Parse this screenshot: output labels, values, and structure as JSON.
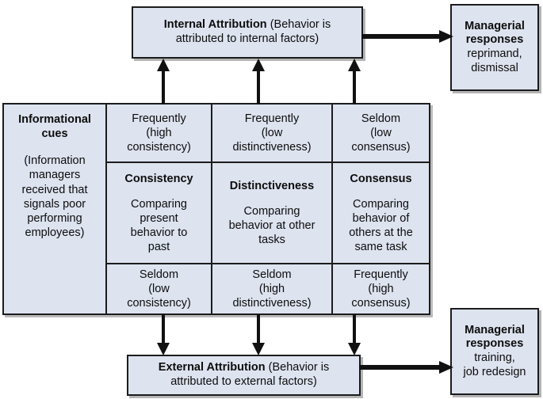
{
  "diagram": {
    "title": "Attribution theory of informational cues and managerial responses",
    "colors": {
      "box_fill": "#dde3ef",
      "border": "#1c1c1c",
      "text": "#0d0d0d",
      "arrow": "#111111"
    }
  },
  "internal_attribution": {
    "bold_label": "Internal Attribution",
    "line1_rest": " (Behavior is",
    "line2": "attributed to internal factors)"
  },
  "external_attribution": {
    "bold_label": "External Attribution",
    "line1_rest": " (Behavior is",
    "line2": "attributed to external factors)"
  },
  "managerial_top": {
    "title_line1": "Managerial",
    "title_line2": "responses",
    "body_line1": "reprimand,",
    "body_line2": "dismissal"
  },
  "managerial_bottom": {
    "title_line1": "Managerial",
    "title_line2": "responses",
    "body_line1": "training,",
    "body_line2": "job redesign"
  },
  "informational_cues": {
    "heading_line1": "Informational",
    "heading_line2": "cues",
    "body_line1": "(Information",
    "body_line2": "managers",
    "body_line3": "received that",
    "body_line4": "signals poor",
    "body_line5": "performing",
    "body_line6": "employees)"
  },
  "columns": [
    {
      "key": "consistency",
      "top": {
        "line1": "Frequently",
        "line2": "(high",
        "line3": "consistency)"
      },
      "middle": {
        "name": "Consistency",
        "line1": "Comparing",
        "line2": "present",
        "line3": "behavior to",
        "line4": "past"
      },
      "bottom": {
        "line1": "Seldom",
        "line2": "(low",
        "line3": "consistency)"
      }
    },
    {
      "key": "distinctiveness",
      "top": {
        "line1": "Frequently",
        "line2": "(low",
        "line3": "distinctiveness)"
      },
      "middle": {
        "name": "Distinctiveness",
        "line1": "Comparing",
        "line2": "behavior at other",
        "line3": "tasks",
        "line4": ""
      },
      "bottom": {
        "line1": "Seldom",
        "line2": "(high",
        "line3": "distinctiveness)"
      }
    },
    {
      "key": "consensus",
      "top": {
        "line1": "Seldom",
        "line2": "(low",
        "line3": "consensus)"
      },
      "middle": {
        "name": "Consensus",
        "line1": "Comparing",
        "line2": "behavior of",
        "line3": "others at the",
        "line4": "same task"
      },
      "bottom": {
        "line1": "Frequently",
        "line2": "(high",
        "line3": "consensus)"
      }
    }
  ],
  "arrows": {
    "up_to_internal": "arrow-up-icon",
    "down_to_external": "arrow-down-icon",
    "internal_to_managerial": "arrow-right-icon",
    "external_to_managerial": "arrow-right-icon"
  }
}
